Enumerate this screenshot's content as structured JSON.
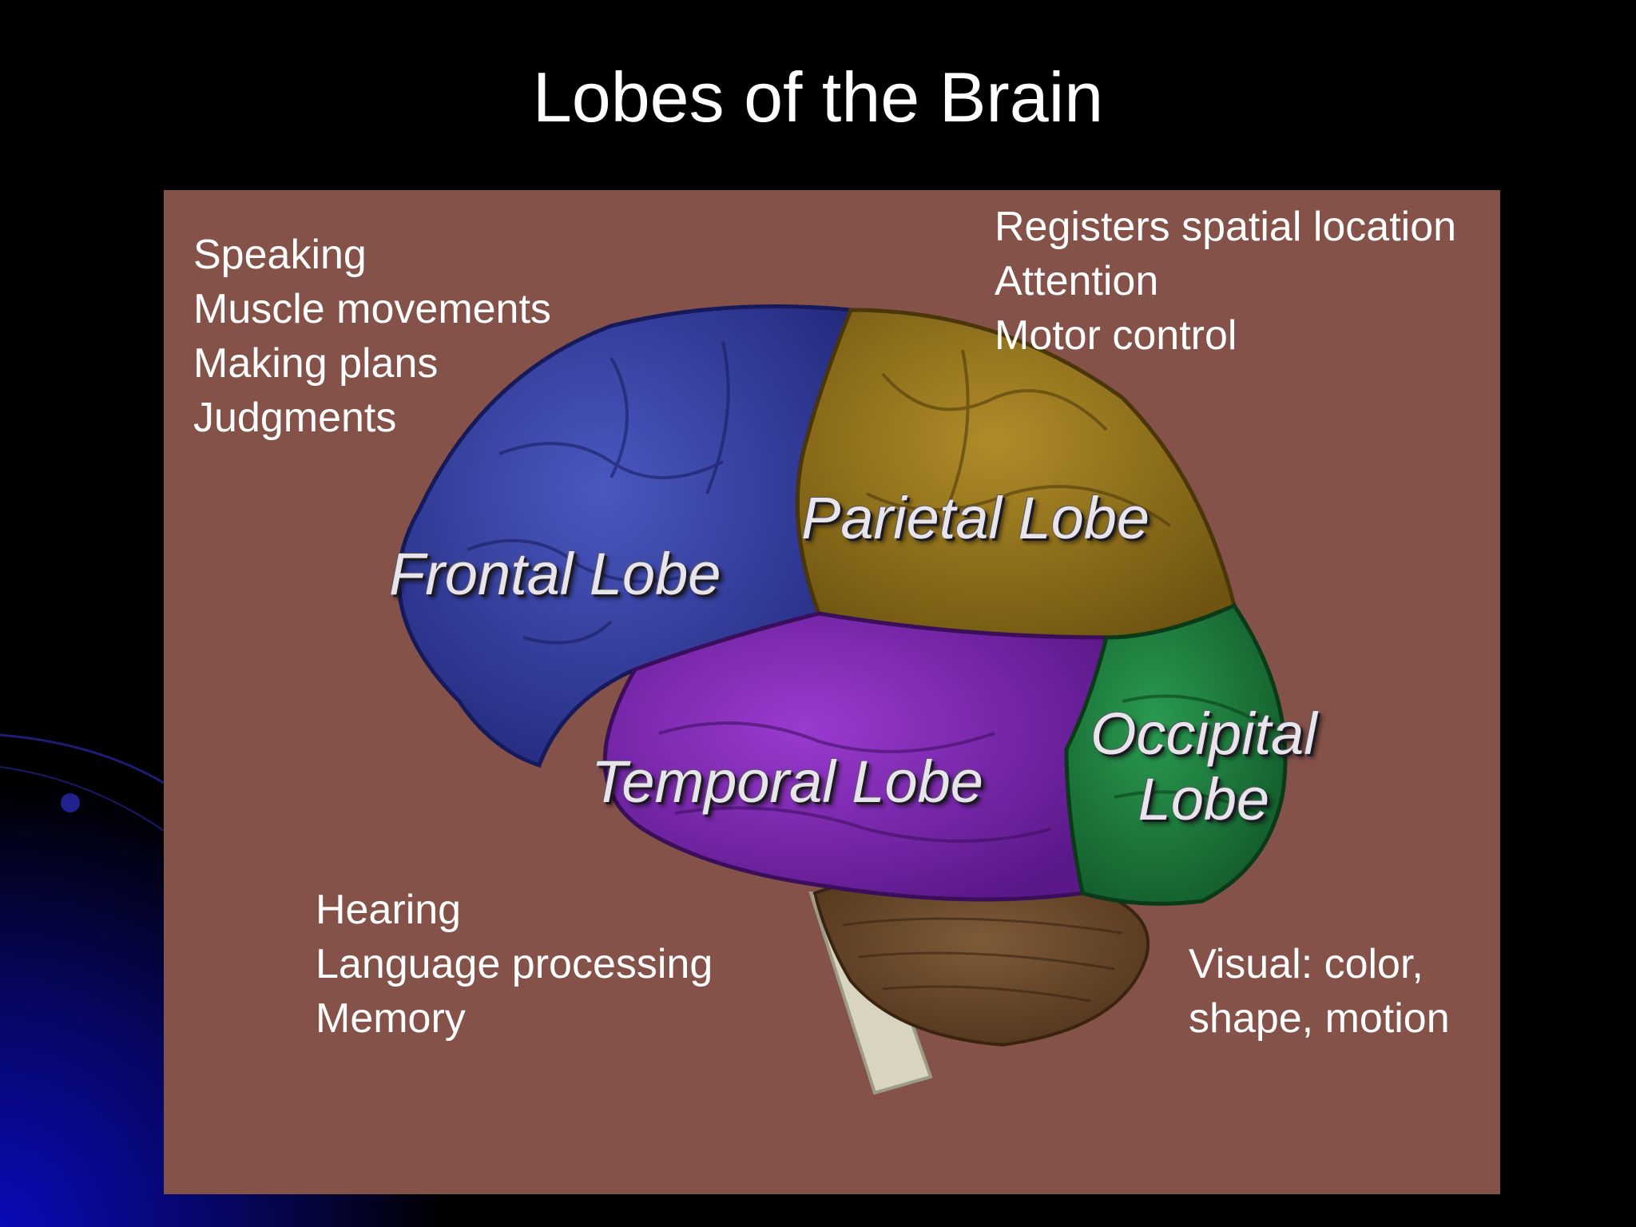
{
  "slide": {
    "title": "Lobes of the Brain"
  },
  "lobes": {
    "frontal": {
      "label": "Frontal Lobe",
      "color": "#3a44a0",
      "functions": [
        "Speaking",
        "Muscle movements",
        "Making plans",
        "Judgments"
      ]
    },
    "parietal": {
      "label": "Parietal Lobe",
      "color": "#9a7a1c",
      "functions": [
        "Registers spatial location",
        "Attention",
        "Motor control"
      ]
    },
    "temporal": {
      "label": "Temporal Lobe",
      "color": "#7a28b0",
      "functions": [
        "Hearing",
        "Language processing",
        "Memory"
      ]
    },
    "occipital": {
      "label_lines": [
        "Occipital",
        "Lobe"
      ],
      "color": "#1e7a3c",
      "functions": [
        "Visual: color,",
        "shape, motion"
      ]
    }
  },
  "colors": {
    "panel_background": "#85524a",
    "slide_background": "#000000",
    "accent_glow": "#0a0a9a",
    "cerebellum": "#6e4a2c",
    "brainstem": "#d8d4c0"
  }
}
